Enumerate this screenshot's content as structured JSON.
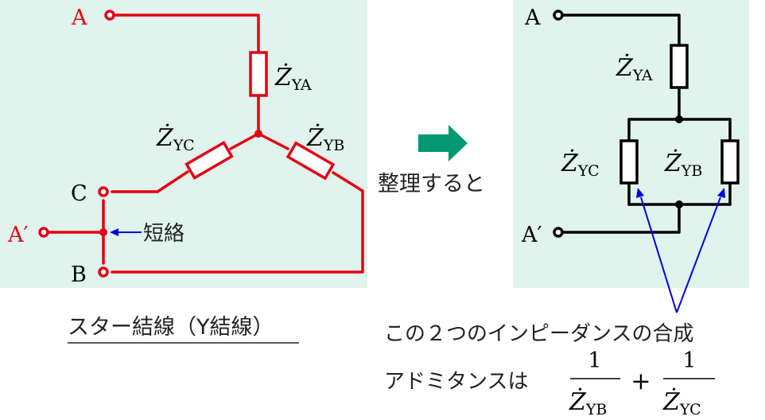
{
  "colors": {
    "panel_bg": "#e0f3ec",
    "star_wire": "#e60012",
    "equiv_wire": "#000000",
    "arrow_green": "#009973",
    "pointer_blue": "#0000e6",
    "text": "#000000",
    "terminal_red_label": "#e60012"
  },
  "left": {
    "terminal_A": "A",
    "terminal_A_prime": "A′",
    "terminal_B": "B",
    "terminal_C": "C",
    "short_label": "短絡",
    "Z_YA": {
      "base": "Ż",
      "sub": "YA"
    },
    "Z_YB": {
      "base": "Ż",
      "sub": "YB"
    },
    "Z_YC": {
      "base": "Ż",
      "sub": "YC"
    },
    "caption": "スター結線（Y結線）"
  },
  "middle": {
    "arrow_icon": "right-arrow-icon",
    "label": "整理すると"
  },
  "right": {
    "terminal_A": "A",
    "terminal_A_prime": "A′",
    "Z_YA": {
      "base": "Ż",
      "sub": "YA"
    },
    "Z_YB": {
      "base": "Ż",
      "sub": "YB"
    },
    "Z_YC": {
      "base": "Ż",
      "sub": "YC"
    }
  },
  "note": {
    "line1": "この２つのインピーダンスの合成",
    "line2": "アドミタンスは",
    "frac1": {
      "num": "1",
      "den_base": "Ż",
      "den_sub": "YB"
    },
    "plus": "+",
    "frac2": {
      "num": "1",
      "den_base": "Ż",
      "den_sub": "YC"
    }
  }
}
